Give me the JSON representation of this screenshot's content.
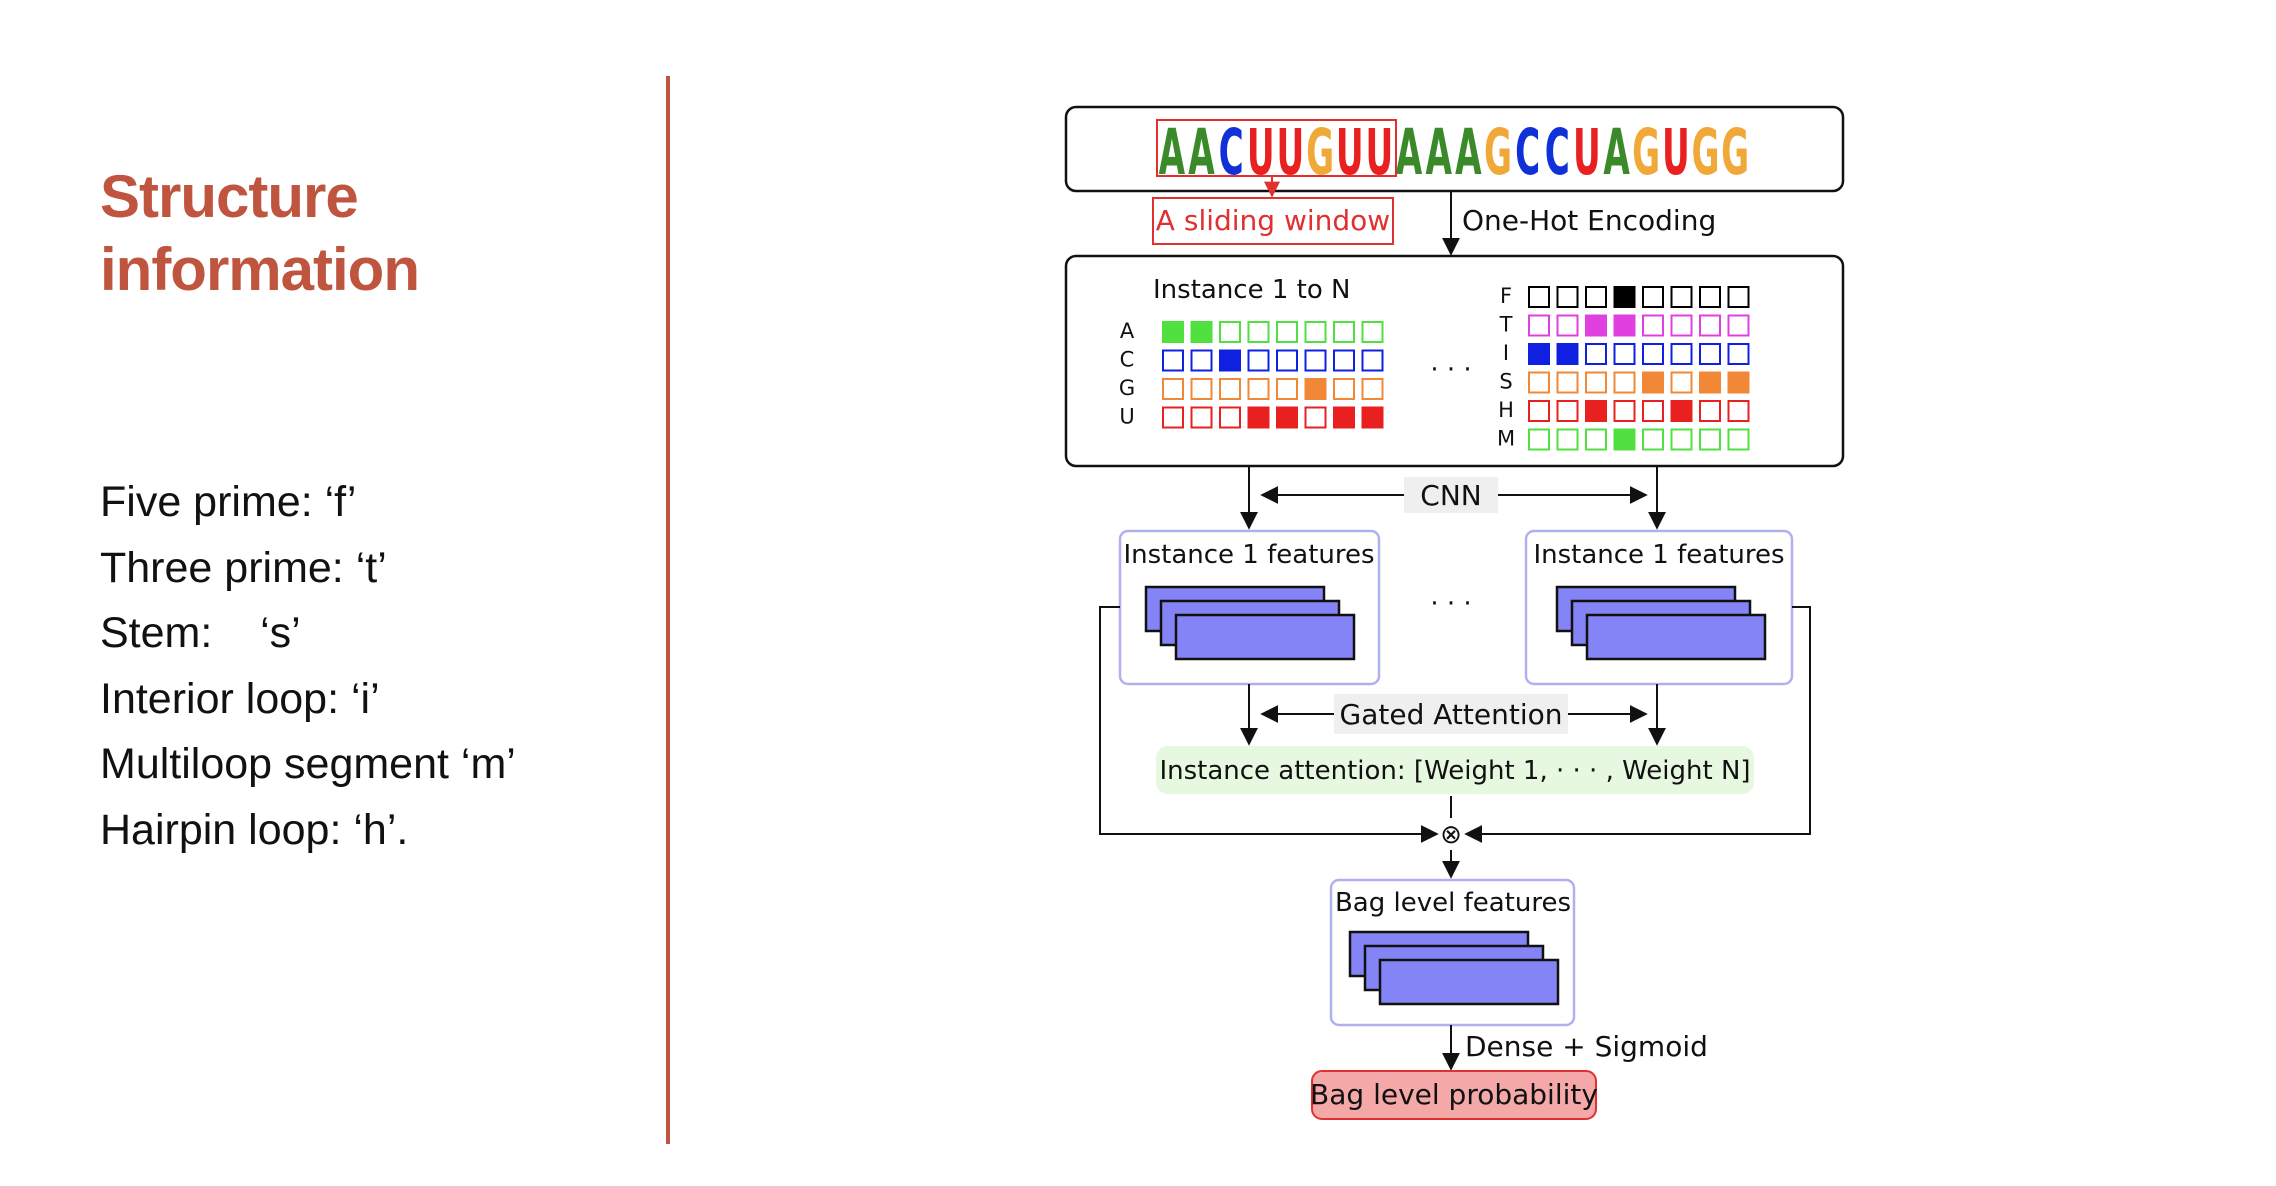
{
  "slide": {
    "title_line1": "Structure",
    "title_line2": "information",
    "notes": [
      "Five prime: ‘f’",
      "Three prime: ‘t’",
      "Stem:    ‘s’",
      "Interior loop: ‘i’",
      "Multiloop segment ‘m’",
      "Hairpin loop: ‘h’."
    ]
  },
  "colors": {
    "accent": "#c0553f",
    "A": "#3a8a2a",
    "C": "#1030d8",
    "G": "#f0a838",
    "U": "#e82020",
    "feature_fill": "#8484f6",
    "box_border": "#b0b0f0",
    "attention_bg": "#e6f8e0",
    "prob_fill": "#f4a8a8",
    "prob_border": "#e03030"
  },
  "diagram": {
    "sequence": "AACUUGUUAAAGCCUAGUGG",
    "sliding_window_label": "A sliding window",
    "encoding_label": "One-Hot Encoding",
    "instance_label": "Instance 1 to N",
    "nucleotide_rows": [
      "A",
      "C",
      "G",
      "U"
    ],
    "structure_rows": [
      "F",
      "T",
      "I",
      "S",
      "H",
      "M"
    ],
    "ellipsis": "· · ·",
    "cnn_label": "CNN",
    "feature_box_label_left": "Instance 1 features",
    "feature_box_label_right": "Instance 1 features",
    "gated_attention_label": "Gated Attention",
    "instance_attention_label": "Instance attention: [Weight 1,  · · · , Weight N]",
    "otimes": "⊗",
    "bag_features_label": "Bag level features",
    "dense_label": "Dense + Sigmoid",
    "bag_probability_label": "Bag level probability",
    "nucleotide_grid": {
      "colors": [
        "#50e040",
        "#1020e0",
        "#f08838",
        "#e82020"
      ],
      "filled": [
        [
          1,
          1,
          0,
          0,
          0,
          0,
          0,
          0
        ],
        [
          0,
          0,
          1,
          0,
          0,
          0,
          0,
          0
        ],
        [
          0,
          0,
          0,
          0,
          0,
          1,
          0,
          0
        ],
        [
          0,
          0,
          0,
          1,
          1,
          0,
          1,
          1
        ]
      ]
    },
    "structure_grid": {
      "colors": [
        "#000000",
        "#e040e0",
        "#1020e0",
        "#f08838",
        "#e82020",
        "#50e040"
      ],
      "filled": [
        [
          0,
          0,
          0,
          1,
          0,
          0,
          0,
          0
        ],
        [
          0,
          0,
          1,
          1,
          0,
          0,
          0,
          0
        ],
        [
          1,
          1,
          0,
          0,
          0,
          0,
          0,
          0
        ],
        [
          0,
          0,
          0,
          0,
          1,
          0,
          1,
          1
        ],
        [
          0,
          0,
          1,
          0,
          0,
          1,
          0,
          0
        ],
        [
          0,
          0,
          0,
          1,
          0,
          0,
          0,
          0
        ]
      ]
    }
  }
}
